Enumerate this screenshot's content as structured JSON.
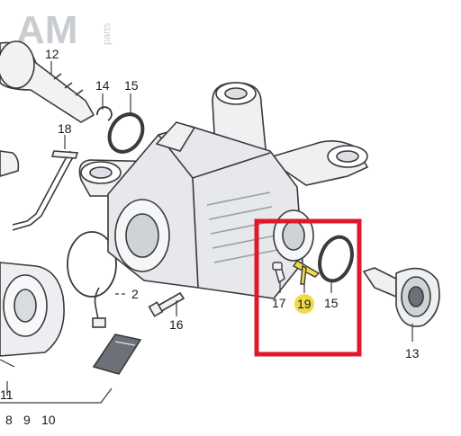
{
  "logo": {
    "mark": "AM",
    "suffix": "parts"
  },
  "colors": {
    "highlight_frame": "#e0182a",
    "highlight_badge": "#f2d94a",
    "line": "#3a3a3a",
    "part_fill": "#f1f2f4"
  },
  "callouts": {
    "p12": "12",
    "p14": "14",
    "p15a": "15",
    "p18": "18",
    "p2": "2",
    "p16": "16",
    "p17": "17",
    "p19": "19",
    "p15b": "15",
    "p13": "13",
    "p11": "11",
    "p8": "8",
    "p9": "9",
    "p10": "10"
  }
}
